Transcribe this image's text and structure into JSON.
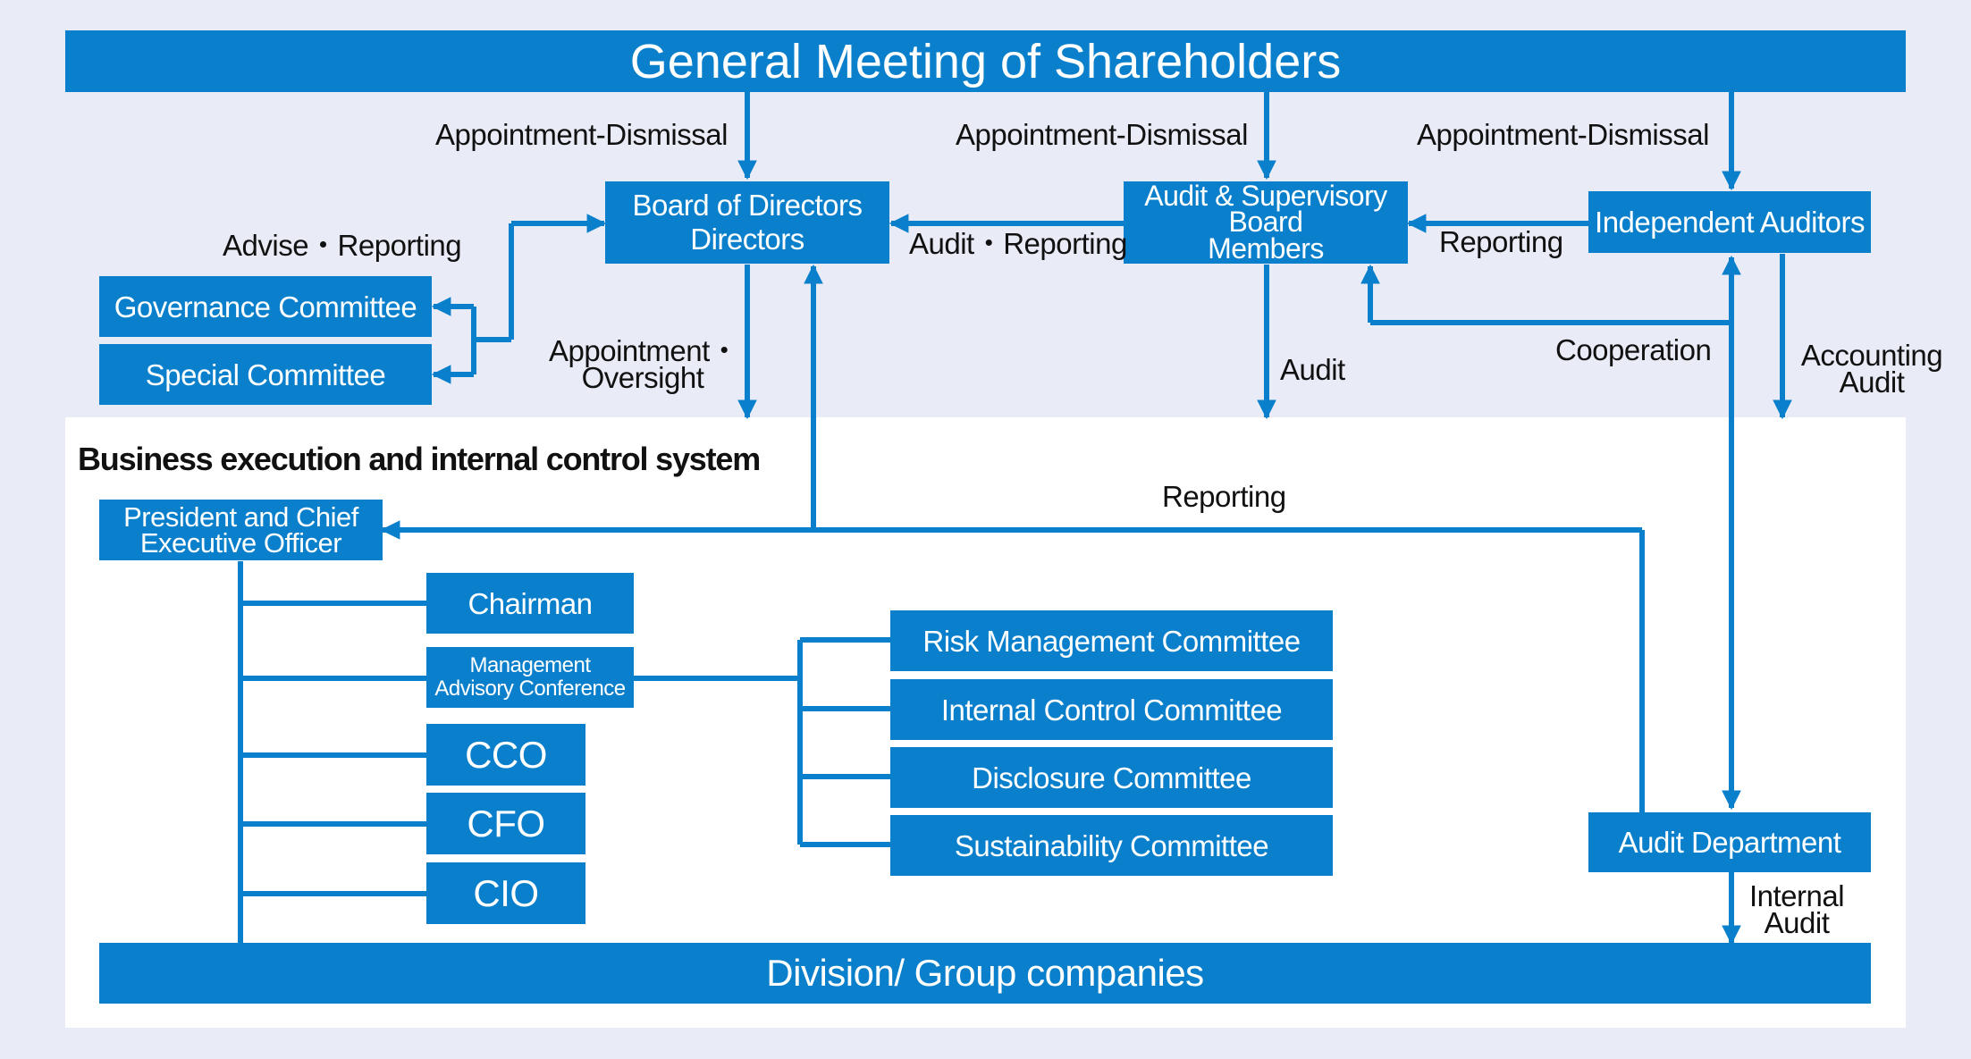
{
  "colors": {
    "box": "#0a7fcb",
    "line": "#0a7fcb",
    "background": "#e9ecf7",
    "panel": "#ffffff",
    "text": "#111111"
  },
  "boxes": {
    "shareholders": "General Meeting of Shareholders",
    "board": "Board of Directors\nDirectors",
    "audit_board": "Audit & Supervisory\nBoard\nMembers",
    "independent_auditors": "Independent Auditors",
    "governance_committee": "Governance Committee",
    "special_committee": "Special Committee",
    "president": "President and Chief\nExecutive Officer",
    "chairman": "Chairman",
    "management_advisory": "Management\nAdvisory Conference",
    "cco": "CCO",
    "cfo": "CFO",
    "cio": "CIO",
    "risk_committee": "Risk Management Committee",
    "internal_control_committee": "Internal  Control Committee",
    "disclosure_committee": "Disclosure Committee",
    "sustainability_committee": "Sustainability Committee",
    "audit_department": "Audit Department",
    "division": "Division/ Group companies"
  },
  "labels": {
    "appointment_dismissal_1": "Appointment-Dismissal",
    "appointment_dismissal_2": "Appointment-Dismissal",
    "appointment_dismissal_3": "Appointment-Dismissal",
    "advise_reporting": "Advise・Reporting",
    "audit_reporting": "Audit・Reporting",
    "reporting_auditors": "Reporting",
    "appointment_oversight": "Appointment・\nOversight",
    "audit": "Audit",
    "cooperation": "Cooperation",
    "accounting_audit": "Accounting\nAudit",
    "section_title": "Business execution and internal control system",
    "reporting_ceo": "Reporting",
    "internal_audit": "Internal\nAudit"
  }
}
